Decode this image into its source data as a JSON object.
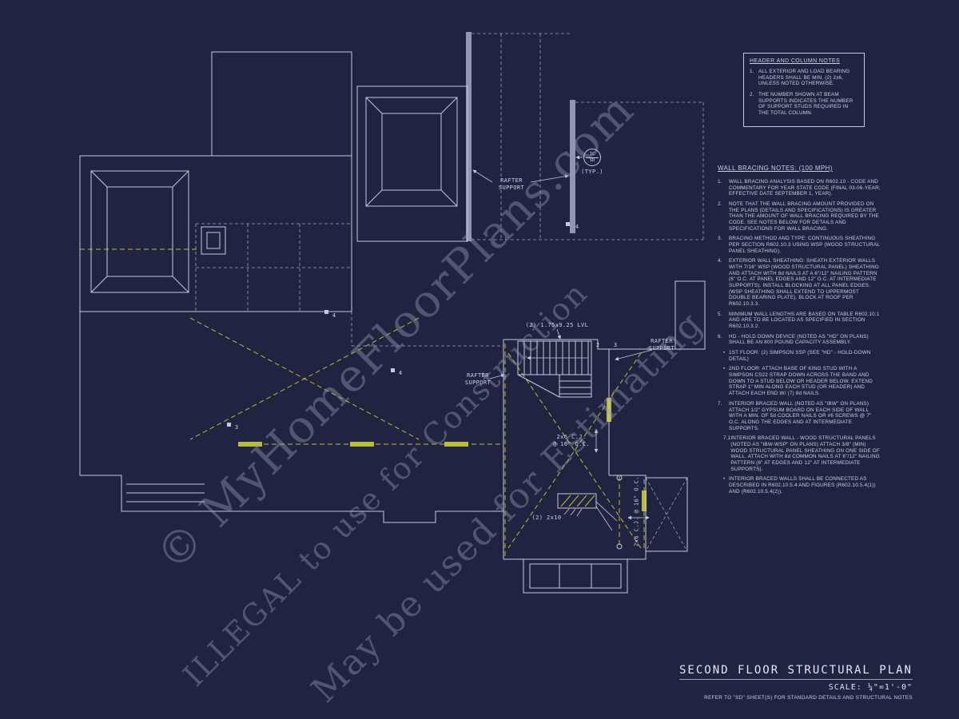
{
  "colors": {
    "background": "#212440",
    "line": "#c3cade",
    "bracing_yellow": "#b9bd3a",
    "watermark": "#969eba"
  },
  "watermark": {
    "line1": "© MyHomeFloorPlans.com",
    "line2": "ILLEGAL to use for Construction",
    "line3": "May be used for Estimating"
  },
  "header_notes": {
    "title": "HEADER AND COLUMN NOTES",
    "items": [
      {
        "num": "1.",
        "text": "ALL EXTERIOR AND LOAD BEARING HEADERS SHALL BE MIN. (2) 2x6, UNLESS NOTED OTHERWISE."
      },
      {
        "num": "2.",
        "text": "THE NUMBER SHOWN AT BEAM SUPPORTS INDICATES THE NUMBER OF SUPPORT STUDS REQUIRED IN THE TOTAL COLUMN."
      }
    ]
  },
  "bracing_notes": {
    "title": "WALL BRACING NOTES: (100 MPH)",
    "items": [
      {
        "marker": "1.",
        "text": "WALL BRACING ANALYSIS BASED ON R602.10 - CODE AND COMMENTARY FOR YEAR STATE CODE (FINAL 03-06-YEAR; EFFECTIVE DATE SEPTEMBER 1, YEAR)."
      },
      {
        "marker": "2.",
        "text": "NOTE THAT THE WALL BRACING AMOUNT PROVIDED ON THE PLANS (DETAILS AND SPECIFICATIONS) IS GREATER THAN THE AMOUNT OF WALL BRACING REQUIRED BY THE CODE. SEE NOTES BELOW FOR DETAILS AND SPECIFICATIONS FOR WALL BRACING."
      },
      {
        "marker": "3.",
        "text": "BRACING METHOD AND TYPE: CONTINUOUS SHEATHING PER SECTION R602.10.3 USING WSP (WOOD STRUCTURAL PANEL SHEATHING)."
      },
      {
        "marker": "4.",
        "text": "EXTERIOR WALL SHEATHING: SHEATH EXTERIOR WALLS WITH 7/16\" WSP (WOOD STRUCTURAL PANEL) SHEATHING AND ATTACH WITH 8d NAILS AT A 6\"/12\" NAILING PATTERN (6\" O.C. AT PANEL EDGES AND 12\" O.C. AT INTERMEDIATE SUPPORTS). INSTALL BLOCKING AT ALL PANEL EDGES. (WSP SHEATHING SHALL EXTEND TO UPPERMOST DOUBLE BEARING PLATE). BLOCK AT ROOF PER R602.10.3.3."
      },
      {
        "marker": "5.",
        "text": "MINIMUM WALL LENGTHS ARE BASED ON TABLE R602.10.1 AND ARE TO BE LOCATED AS SPECIFIED IN SECTION R602.10.3.2."
      },
      {
        "marker": "6.",
        "text": "HD - HOLD DOWN DEVICE (NOTED AS \"HD\" ON PLANS) SHALL BE AN 800 POUND CAPACITY ASSEMBLY."
      },
      {
        "marker": "•",
        "text": "1ST FLOOR: (2) SIMPSON SSP (SEE \"HD\" - HOLD-DOWN DETAIL)"
      },
      {
        "marker": "•",
        "text": "2ND FLOOR: ATTACH BASE OF KING STUD WITH A SIMPSON CS22 STRAP DOWN ACROSS THE BAND AND DOWN TO A STUD BELOW OR HEADER BELOW. EXTEND STRAP 1\" MIN ALONG EACH STUD (OR HEADER) AND ATTACH EACH END W/ (7) 8d NAILS."
      },
      {
        "marker": "7.",
        "text": "INTERIOR BRACED WALL (NOTED AS \"IBW\" ON PLANS) ATTACH 1/2\" GYPSUM BOARD ON EACH SIDE OF WALL WITH A MIN. OF 5d COOLER NAILS OR #6 SCREWS @ 7\" O.C. ALONG THE EDGES AND AT INTERMEDIATE SUPPORTS."
      },
      {
        "marker": "7.1",
        "text": "INTERIOR BRACED WALL - WOOD STRUCTURAL PANELS (NOTED AS \"IBW-WSP\" ON PLANS) ATTACH 3/8\" (MIN) WOOD STRUCTURAL PANEL SHEATHING ON ONE SIDE OF WALL. ATTACH WITH 8d COMMON NAILS AT 6\"/12\" NAILING PATTERN (6\" AT EDGES AND 12\" AT INTERMEDIATE SUPPORTS)."
      },
      {
        "marker": "•",
        "text": "INTERIOR BRACED WALLS SHALL BE CONNECTED AS DESCRIBED IN R602.10.5.4 AND FIGURES (R602.10.5.4(1)) AND (R602.10.5.4(2))."
      }
    ]
  },
  "plan": {
    "labels": [
      {
        "text": "RAFTER\nSUPPORT"
      },
      {
        "text": "RAFTER\nSUPPORT"
      },
      {
        "text": "RAFTER\nSUPPORT"
      },
      {
        "text": "(2) 1.75x9.25 LVL"
      },
      {
        "text": "2x6 C.J.\n@ 16\" O.C."
      },
      {
        "text": "(2) 2x10"
      },
      {
        "text": "2x6 C.J. @ 16\" O.C."
      },
      {
        "text": "(TYP.)"
      }
    ],
    "callout": {
      "top": "IC",
      "bottom": "SD"
    },
    "markers": [
      {
        "text": "4"
      },
      {
        "text": "4"
      },
      {
        "text": "4"
      },
      {
        "text": "3"
      },
      {
        "text": "2"
      },
      {
        "text": "3"
      }
    ]
  },
  "title_block": {
    "title": "SECOND FLOOR STRUCTURAL PLAN",
    "scale": "SCALE: ¼\"=1'-0\"",
    "note": "REFER TO \"SD\" SHEET(S) FOR STANDARD DETAILS AND STRUCTURAL NOTES"
  }
}
